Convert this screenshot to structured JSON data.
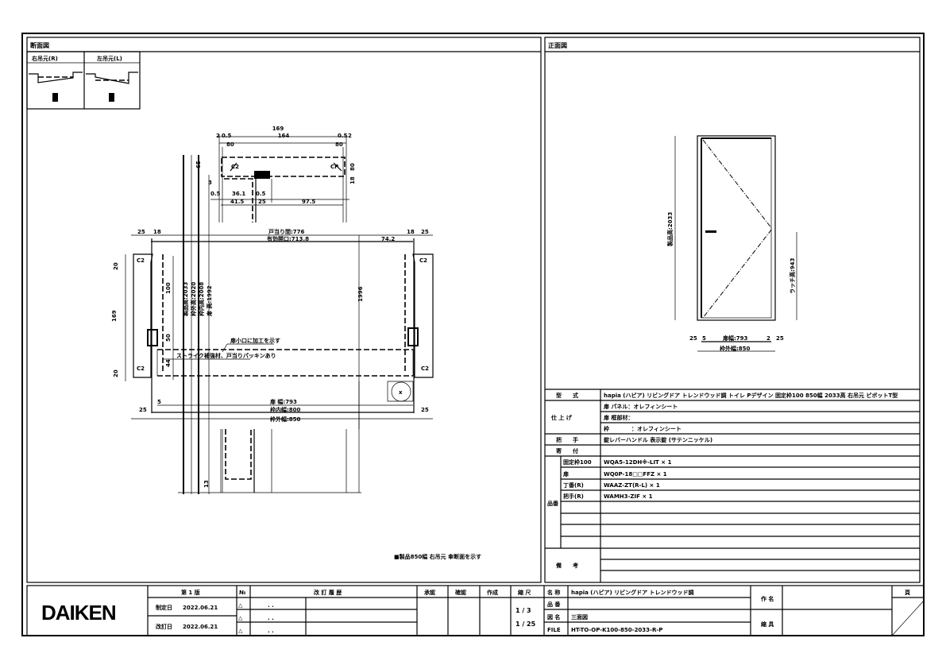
{
  "section_view": {
    "title": "断面図",
    "hinge_right": "右吊元(R)",
    "hinge_left": "左吊元(L)",
    "dims": {
      "total_169": "169",
      "w164": "164",
      "d05l": "0.5",
      "d05r": "0.5",
      "d2l": "2",
      "d2r": "2",
      "d80l": "80",
      "d80r": "80",
      "h65": "65",
      "h3": "3",
      "h80": "80",
      "h18": "18",
      "d365": "36.1",
      "d05a": "0.5",
      "d05b": "0.5",
      "d415": "41.5",
      "d25": "25",
      "d975": "97.5",
      "l25": "25",
      "l18": "18",
      "r18": "18",
      "r25": "25",
      "stop": "戸当り間:776",
      "opening": "有効開口:713.8",
      "d742": "74.2",
      "h20a": "20",
      "h20b": "20",
      "h169v": "169",
      "h100": "100",
      "h50": "50",
      "h44": "44",
      "hA": "製品高:2033",
      "hB": "枠外高:2020",
      "hC": "枠内高:2008",
      "hD": "扉 高:1992",
      "h1996": "1996",
      "d5": "5",
      "b25l": "25",
      "b25r": "25",
      "door_w": "扉 幅:793",
      "inner_w": "枠内幅:800",
      "outer_w": "枠外幅:850",
      "d13": "13"
    },
    "labels": {
      "c2a": "C2",
      "cp": "CP",
      "c2b": "C2",
      "c2c": "C2",
      "c2d": "C2",
      "c2e": "C2",
      "note1": "扉小口に加工を示す",
      "note2": "ストライク補強材、戸当りパッキンあり",
      "x": "x"
    },
    "footnote": "■製品850幅 右吊元 傘断面を示す"
  },
  "front_view": {
    "title": "正面図",
    "height": "製品高:2033",
    "latch": "ラッチ高:943",
    "door_w": "扉幅:793",
    "outer_w": "枠外幅:850",
    "d25l": "25",
    "d5": "5",
    "d2": "2",
    "d25r": "25"
  },
  "spec": {
    "type_label": "型　　式",
    "type_value": "hapia (ハピア) リビングドア トレンドウッド調 トイレ Pデザイン 固定枠100 850幅 2033高 右吊元 ピボットT型",
    "finish_label": "仕 上 げ",
    "finish": [
      "扉 パネル：オレフィンシート",
      "扉 框部材：",
      "枠　　　　：オレフィンシート"
    ],
    "handle_label": "把　　手",
    "handle_value": "錠レバーハンドル 表示錠 (サテンニッケル)",
    "hardware_label": "寄　　付",
    "hardware_value": "",
    "parts_label": "品番",
    "parts": [
      {
        "name": "固定枠100",
        "code": "WQA5-12DH※-LIT × 1"
      },
      {
        "name": "扉",
        "code": "WQ0P-18□□FFZ × 1"
      },
      {
        "name": "丁番(R)",
        "code": "WAAZ-ZT(R-L) × 1"
      },
      {
        "name": "把手(R)",
        "code": "WAMH3-ZIF × 1"
      }
    ],
    "remarks_label": "備　　考"
  },
  "title_block": {
    "logo": "DAIKEN",
    "edition": "第 1 版",
    "established_label": "制定日",
    "established": "2022.06.21",
    "revised_label": "改訂日",
    "revised": "2022.06.21",
    "no_label": "№",
    "history_label": "改 訂 履 歴",
    "rev_marks": [
      "△",
      "△",
      "△"
    ],
    "rev_dates": [
      ". .",
      ". .",
      ". ."
    ],
    "approve": "承認",
    "check": "確認",
    "create": "作成",
    "scale_label": "縮 尺",
    "scale1": "1 / 3",
    "scale2": "1 / 25",
    "name_label": "名 称",
    "name_value": "hapia (ハピア) リビングドア トレンドウッド調",
    "product_no_label": "品 番",
    "product_no": "",
    "drawing_label": "図 名",
    "drawing_value": "三面図",
    "file_label": "FILE",
    "file_value": "HT-TO-OP-K100-850-2033-R-P",
    "author_label": "作 名",
    "tool_label": "縮 具",
    "page_label": "頁"
  }
}
